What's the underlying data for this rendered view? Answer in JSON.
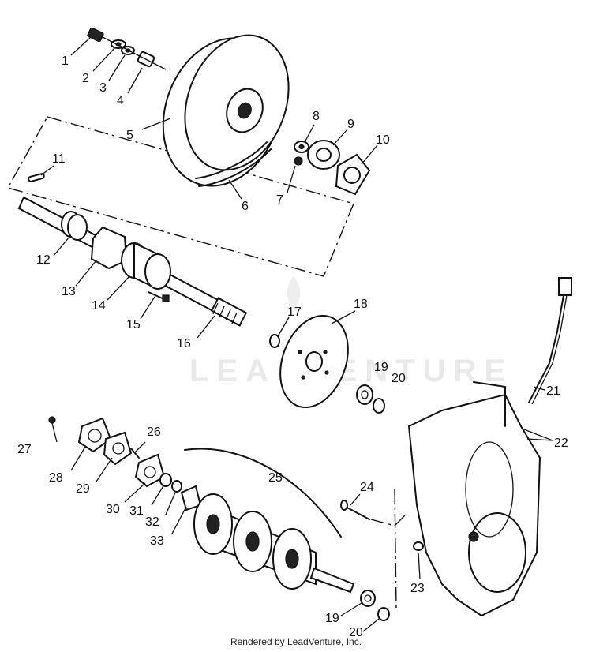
{
  "watermark": "LEADVENTURE",
  "footer": "Rendered by LeadVenture, Inc.",
  "callouts": [
    "1",
    "2",
    "3",
    "4",
    "5",
    "6",
    "7",
    "8",
    "9",
    "10",
    "11",
    "12",
    "13",
    "14",
    "15",
    "16",
    "17",
    "18",
    "19",
    "20",
    "21",
    "22",
    "23",
    "24",
    "25",
    "26",
    "27",
    "28",
    "29",
    "30",
    "31",
    "32",
    "33",
    "19",
    "20"
  ]
}
